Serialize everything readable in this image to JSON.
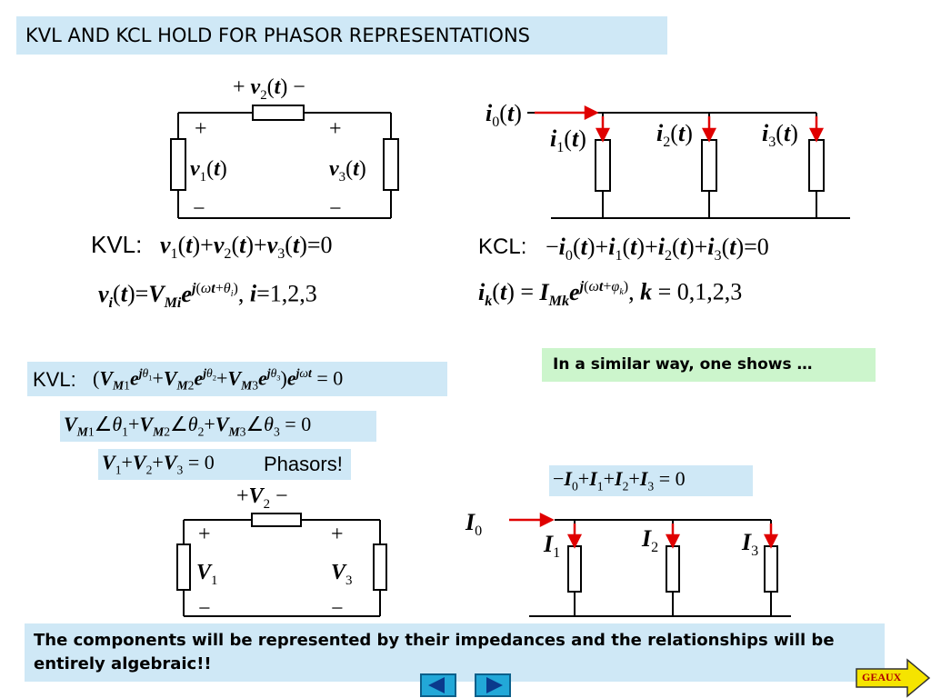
{
  "title": "KVL AND KCL HOLD FOR PHASOR REPRESENTATIONS",
  "kvl_label": "KVL:",
  "kcl_label": "KCL:",
  "kvl_label2": "KVL:",
  "phasors_label": "Phasors!",
  "similar_text": "In a similar way, one shows …",
  "bottom_text": "The components will be represented by their impedances and the relationships will be entirely algebraic!!",
  "geaux_label": "GEAUX",
  "circuit1": {
    "top_label": "+ v₂(t) −",
    "v1": "v₁(t)",
    "v3": "v₃(t)",
    "plus": "+",
    "minus": "−"
  },
  "circuit2": {
    "i0": "i₀(t)",
    "i1": "i₁(t)",
    "i2": "i₂(t)",
    "i3": "i₃(t)"
  },
  "circuit3": {
    "top_label": "+V₂ −",
    "v1": "V₁",
    "v3": "V₃",
    "plus": "+",
    "minus": "−"
  },
  "circuit4": {
    "i0": "I₀",
    "i1": "I₁",
    "i2": "I₂",
    "i3": "I₃"
  },
  "colors": {
    "title_bg": "#cfe8f6",
    "green_bg": "#ccf5cc",
    "arrow_red": "#e00000",
    "nav_blue": "#22a8d8",
    "geaux_yellow": "#f5e400"
  }
}
